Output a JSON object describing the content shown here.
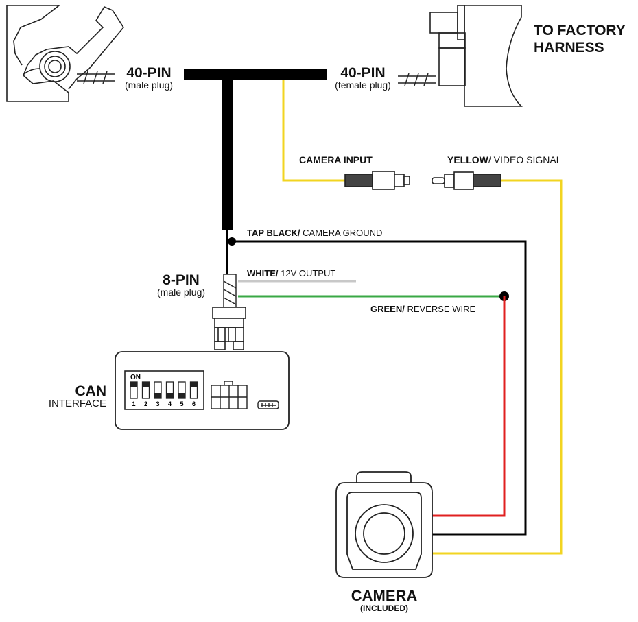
{
  "labels": {
    "to_factory_harness": [
      "TO FACTORY",
      "HARNESS"
    ],
    "pin40_male": {
      "title": "40-PIN",
      "sub": "(male plug)"
    },
    "pin40_female": {
      "title": "40-PIN",
      "sub": "(female plug)"
    },
    "camera_input": "CAMERA INPUT",
    "yellow_wire": {
      "bold": "YELLOW",
      "rest": "/ VIDEO SIGNAL"
    },
    "tap_black": {
      "bold": "TAP BLACK/",
      "rest": " CAMERA GROUND"
    },
    "white_wire": {
      "bold": "WHITE/",
      "rest": " 12V OUTPUT"
    },
    "green_wire": {
      "bold": "GREEN/",
      "rest": " REVERSE WIRE"
    },
    "pin8_male": {
      "title": "8-PIN",
      "sub": "(male plug)"
    },
    "can_interface": {
      "title": "CAN",
      "sub": "INTERFACE"
    },
    "camera": {
      "title": "CAMERA",
      "sub": "(INCLUDED)"
    }
  },
  "dip_switch": {
    "on_label": "ON",
    "numbers": [
      "1",
      "2",
      "3",
      "4",
      "5",
      "6"
    ],
    "states": [
      "on",
      "on",
      "off",
      "off",
      "off",
      "on"
    ]
  },
  "colors": {
    "black_wire": "#000000",
    "yellow_wire": "#f2d421",
    "green_wire": "#3aa845",
    "red_wire": "#e02020",
    "white_wire": "#c8c8c8",
    "outline": "#222222"
  }
}
